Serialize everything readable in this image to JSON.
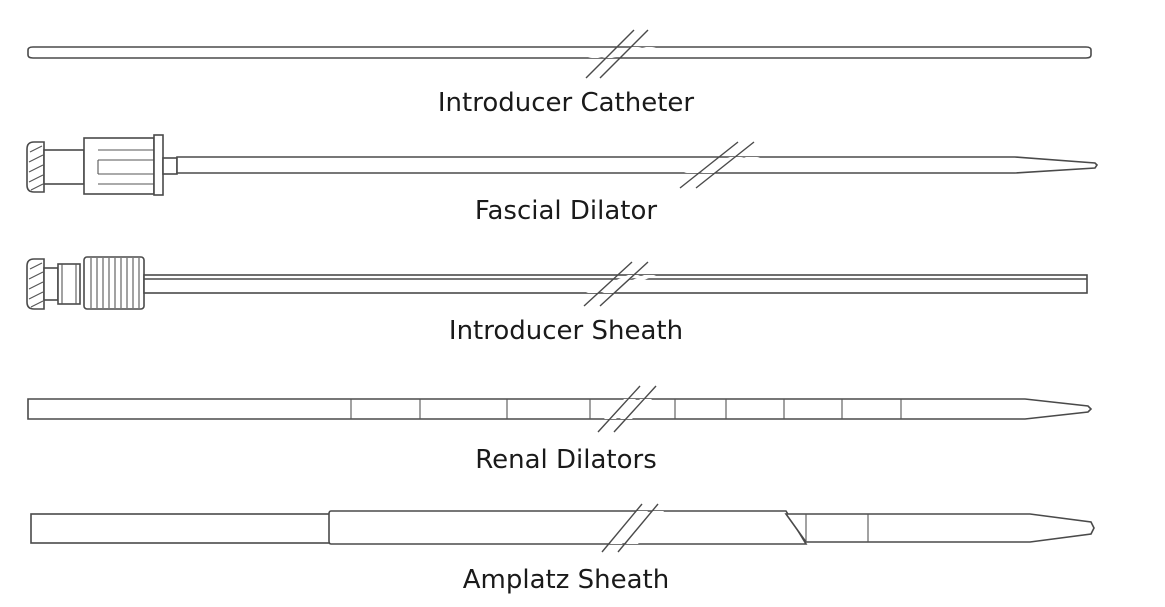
{
  "labels": {
    "introducer_catheter": "Introducer Catheter",
    "fascial_dilator": "Fascial Dilator",
    "introducer_sheath": "Introducer Sheath",
    "renal_dilators": "Renal Dilators",
    "amplatz_sheath": "Amplatz Sheath"
  }
}
